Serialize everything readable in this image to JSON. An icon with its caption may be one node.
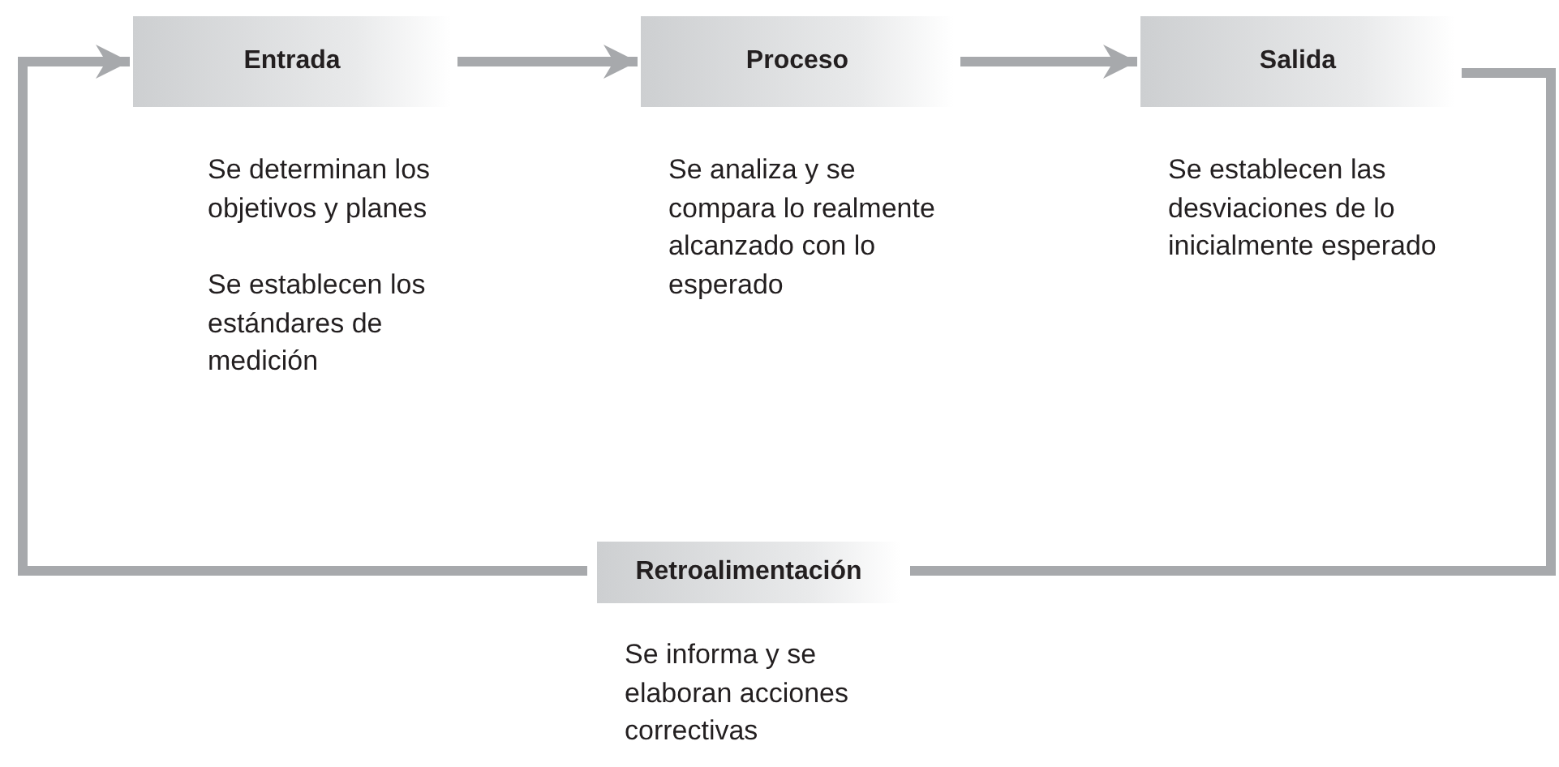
{
  "diagram": {
    "nodes": [
      {
        "text": [
          "Entrada"
        ],
        "beside": [
          "Se determinan los objetivos y planes",
          "Se establecen los estándares de medición"
        ]
      },
      {
        "text": [
          "Proceso"
        ],
        "beside": [
          "Se analiza y se compara lo realmente alcanzado con lo esperado"
        ]
      },
      {
        "text": [
          "Salida"
        ],
        "beside": [
          "Se establecen las desviaciones de lo inicialmente esperado"
        ]
      },
      {
        "text": [
          "Retroalimentación"
        ],
        "beside": [
          "Se informa y se elaboran acciones correctivas"
        ]
      }
    ],
    "edges": [
      {
        "from": 0,
        "to": 1,
        "arrow": "to"
      },
      {
        "from": 1,
        "to": 2,
        "arrow": "to"
      },
      {
        "from": 2,
        "to": 3,
        "arrow": "none"
      },
      {
        "from": 3,
        "to": 0,
        "arrow": "to"
      }
    ]
  }
}
